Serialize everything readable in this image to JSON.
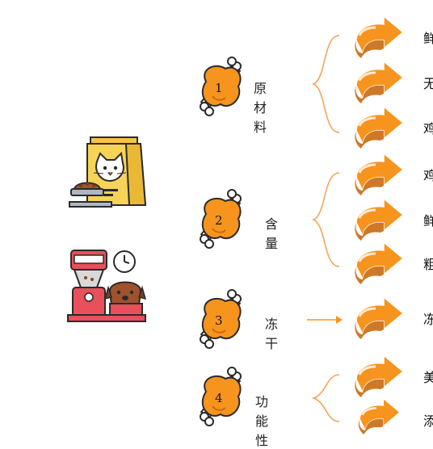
{
  "colors": {
    "orange": "#F7941D",
    "orange_dark": "#C96A10",
    "bracket": "#F2A65A",
    "bone": "#ffffff",
    "outline": "#2b2b2b"
  },
  "icons": {
    "food_bag": "cat-food-bag-icon",
    "feeder": "automatic-pet-feeder-icon",
    "drumstick": "drumstick-icon",
    "arrow": "curved-arrow-icon"
  },
  "categories": [
    {
      "num": "1",
      "label": "原材料",
      "leaves": [
        "鲜",
        "无",
        "鸡"
      ]
    },
    {
      "num": "2",
      "label": "含量",
      "leaves": [
        "鸡",
        "鲜",
        "粗"
      ]
    },
    {
      "num": "3",
      "label": "冻干",
      "leaves": [
        "冻"
      ]
    },
    {
      "num": "4",
      "label": "功能性",
      "leaves": [
        "美",
        "添"
      ]
    }
  ]
}
